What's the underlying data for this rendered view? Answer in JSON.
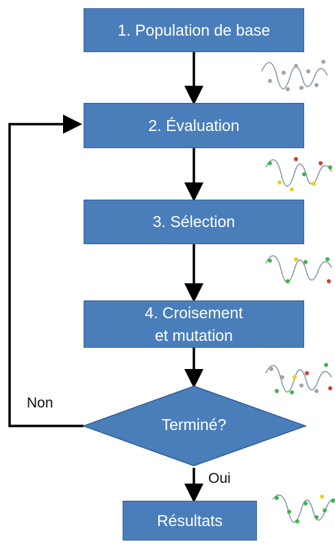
{
  "steps": {
    "population": "1. Population de base",
    "evaluation": "2. Évaluation",
    "selection": "3. Sélection",
    "crossover_line1": "4. Croisement",
    "crossover_line2": "et mutation",
    "decision": "Terminé?",
    "results": "Résultats"
  },
  "branches": {
    "no": "Non",
    "yes": "Oui"
  },
  "colors": {
    "box_fill": "#4a7ebb",
    "box_border": "#2f5f96",
    "arrow": "#000000",
    "curve": "#7f95a8",
    "dot_grey": "#a3a3a3",
    "dot_red": "#d83b2e",
    "dot_yellow": "#e8d21a",
    "dot_green": "#3db54a"
  }
}
